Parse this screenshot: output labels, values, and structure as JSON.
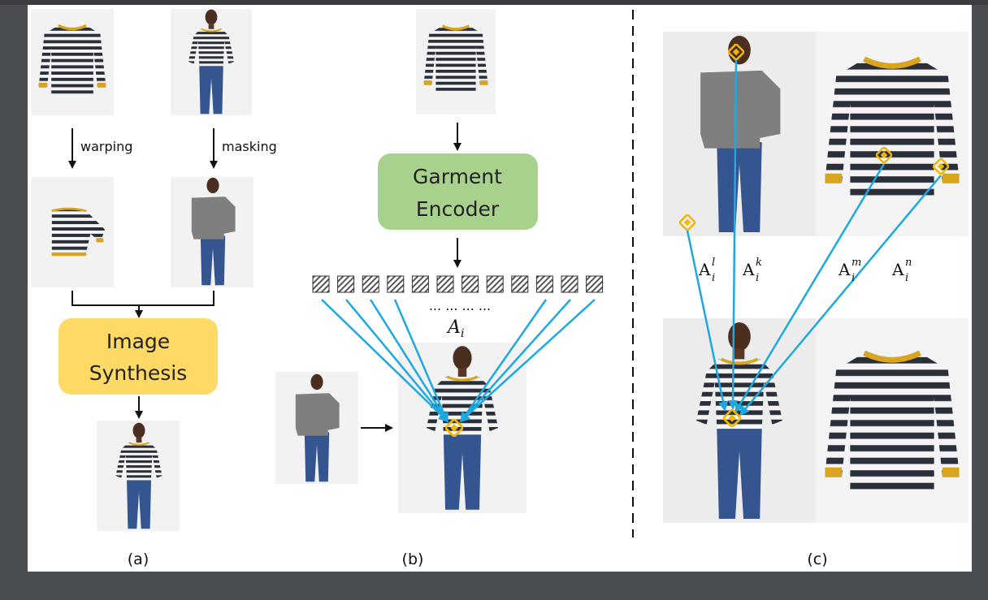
{
  "panel_a": {
    "warping_label": "warping",
    "masking_label": "masking",
    "synthesis_line1": "Image",
    "synthesis_line2": "Synthesis",
    "caption": "(a)"
  },
  "panel_b": {
    "encoder_line1": "Garment",
    "encoder_line2": "Encoder",
    "ellipsis": "... ... ... ...",
    "attention_label": "A",
    "attention_sub": "i",
    "caption": "(b)"
  },
  "panel_c": {
    "attn_labels": [
      {
        "base": "A",
        "sup": "l",
        "sub": "i"
      },
      {
        "base": "A",
        "sup": "k",
        "sub": "i"
      },
      {
        "base": "A",
        "sup": "m",
        "sub": "i"
      },
      {
        "base": "A",
        "sup": "n",
        "sub": "i"
      }
    ],
    "caption": "(c)"
  },
  "colors": {
    "attention_arrow": "#1ea8e0",
    "synthesis_box": "#ffd966",
    "encoder_box": "#a9d18e",
    "mask_gray": "#7f7f7f",
    "keypoint": "#f2b705",
    "stripe_dark": "#2a2f3a",
    "collar_mustard": "#d9a520"
  }
}
